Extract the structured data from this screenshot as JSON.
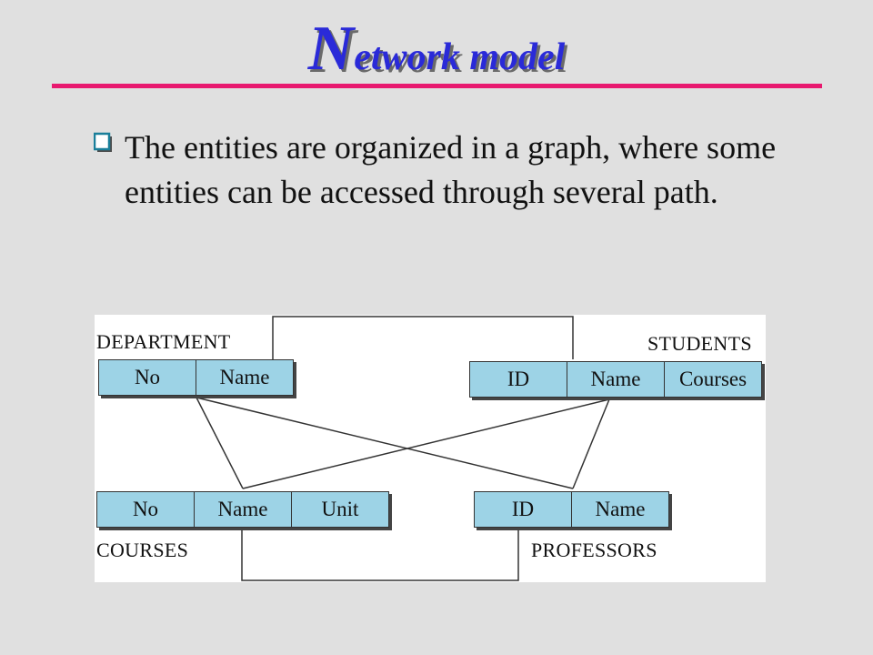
{
  "slide": {
    "title_initial": "N",
    "title_rest": "etwork model",
    "bullet_icon": "checkbox-bullet-icon",
    "bullet_text": "The entities are organized in a graph, where some entities can be accessed through several path."
  },
  "diagram": {
    "department": {
      "label": "DEPARTMENT",
      "fields": [
        "No",
        "Name"
      ]
    },
    "students": {
      "label": "STUDENTS",
      "fields": [
        "ID",
        "Name",
        "Courses"
      ]
    },
    "courses": {
      "label": "COURSES",
      "fields": [
        "No",
        "Name",
        "Unit"
      ]
    },
    "professors": {
      "label": "PROFESSORS",
      "fields": [
        "ID",
        "Name"
      ]
    }
  },
  "colors": {
    "title": "#2a2ad8",
    "rule": "#e8196f",
    "cell_fill": "#9dd3e6",
    "background": "#e0e0e0"
  }
}
